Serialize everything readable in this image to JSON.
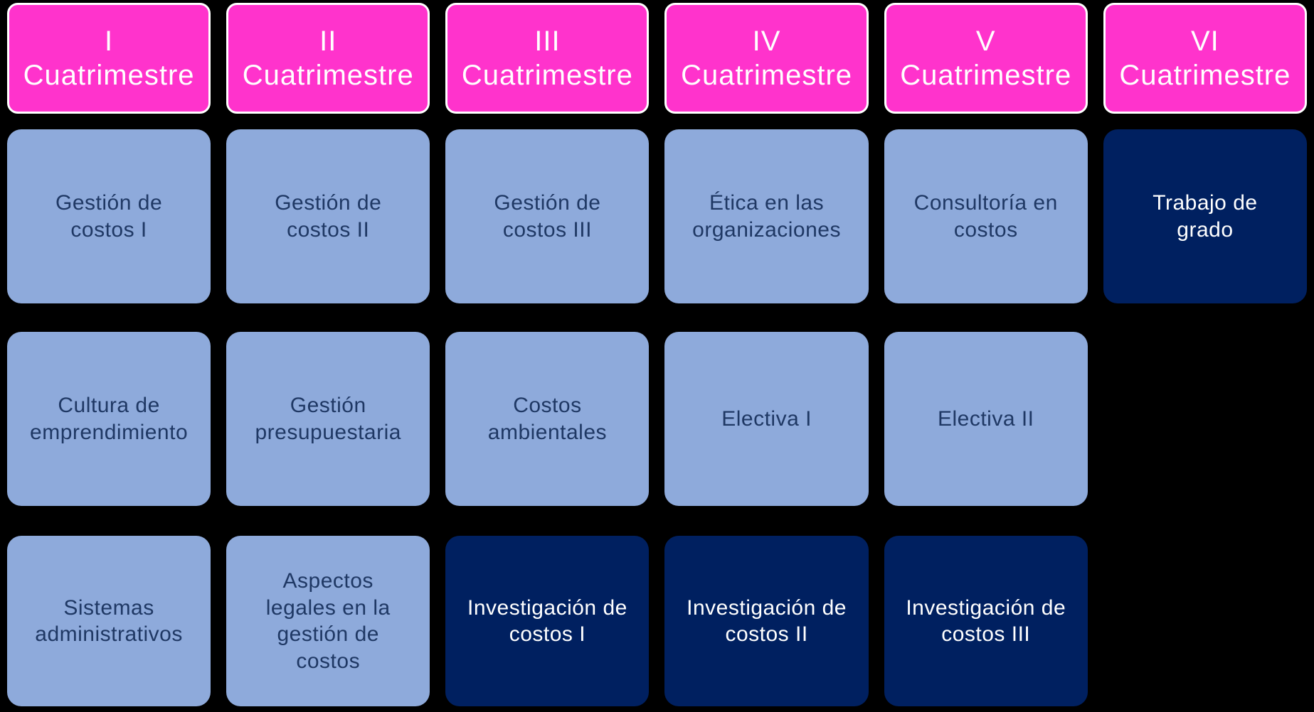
{
  "palette": {
    "background": "#000000",
    "header_fill": "#FF33CC",
    "header_border": "#FFFFFF",
    "header_text": "#FFFFFF",
    "course_fill": "#8EAADB",
    "course_text": "#1F3864",
    "highlight_fill": "#002060",
    "highlight_text": "#FFFFFF"
  },
  "columns": [
    {
      "header": {
        "numeral": "I",
        "label": "Cuatrimestre"
      },
      "courses": [
        {
          "name": "Gestión de\ncostos I",
          "highlight": false
        },
        {
          "name": "Cultura de\nemprendimiento",
          "highlight": false
        },
        {
          "name": "Sistemas\nadministrativos",
          "highlight": false
        }
      ]
    },
    {
      "header": {
        "numeral": "II",
        "label": "Cuatrimestre"
      },
      "courses": [
        {
          "name": "Gestión de\ncostos II",
          "highlight": false
        },
        {
          "name": "Gestión\npresupuestaria",
          "highlight": false
        },
        {
          "name": "Aspectos\nlegales en la\ngestión de\ncostos",
          "highlight": false
        }
      ]
    },
    {
      "header": {
        "numeral": "III",
        "label": "Cuatrimestre"
      },
      "courses": [
        {
          "name": "Gestión de\ncostos III",
          "highlight": false
        },
        {
          "name": "Costos\nambientales",
          "highlight": false
        },
        {
          "name": "Investigación de\ncostos I",
          "highlight": true
        }
      ]
    },
    {
      "header": {
        "numeral": "IV",
        "label": "Cuatrimestre"
      },
      "courses": [
        {
          "name": "Ética en las\norganizaciones",
          "highlight": false
        },
        {
          "name": "Electiva I",
          "highlight": false
        },
        {
          "name": "Investigación de\ncostos II",
          "highlight": true
        }
      ]
    },
    {
      "header": {
        "numeral": "V",
        "label": "Cuatrimestre"
      },
      "courses": [
        {
          "name": "Consultoría en\ncostos",
          "highlight": false
        },
        {
          "name": "Electiva II",
          "highlight": false
        },
        {
          "name": "Investigación de\ncostos III",
          "highlight": true
        }
      ]
    },
    {
      "header": {
        "numeral": "VI",
        "label": "Cuatrimestre"
      },
      "courses": [
        {
          "name": "Trabajo de\ngrado",
          "highlight": true
        }
      ]
    }
  ]
}
